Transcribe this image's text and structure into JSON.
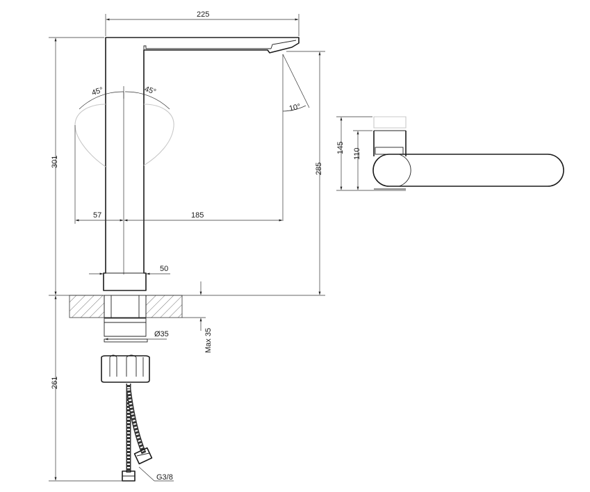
{
  "dimensions": {
    "spout_reach": "225",
    "total_height": "301",
    "outlet_height": "285",
    "rotation_left": "45°",
    "rotation_right": "45°",
    "outlet_angle": "10°",
    "handle_offset": "57",
    "outlet_offset": "185",
    "base_width": "50",
    "thread_diameter": "Ø35",
    "max_deck_thickness": "Max 35",
    "hose_length": "261",
    "hose_connector": "G3/8",
    "side_height": "145",
    "side_lever_height": "110"
  }
}
